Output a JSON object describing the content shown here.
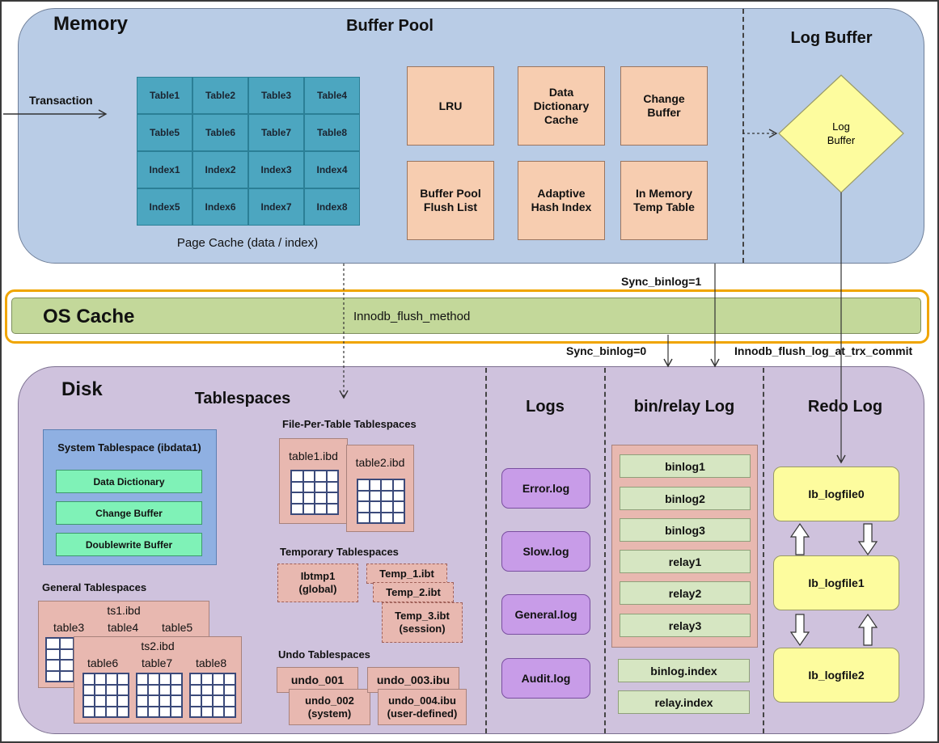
{
  "memory": {
    "title": "Memory",
    "buffer_pool_title": "Buffer Pool",
    "log_buffer_title": "Log Buffer",
    "transaction_label": "Transaction",
    "page_cache_grid": [
      [
        "Table1",
        "Table2",
        "Table3",
        "Table4"
      ],
      [
        "Table5",
        "Table6",
        "Table7",
        "Table8"
      ],
      [
        "Index1",
        "Index2",
        "Index3",
        "Index4"
      ],
      [
        "Index5",
        "Index6",
        "Index7",
        "Index8"
      ]
    ],
    "page_cache_label": "Page Cache (data / index)",
    "buffer_components": [
      "LRU",
      "Data\nDictionary\nCache",
      "Change\nBuffer",
      "Buffer Pool\nFlush List",
      "Adaptive\nHash Index",
      "In Memory\nTemp Table"
    ],
    "log_buffer_shape_label": "Log\nBuffer"
  },
  "os_cache": {
    "title": "OS Cache",
    "flush_method": "Innodb_flush_method",
    "sync_binlog_1": "Sync_binlog=1",
    "sync_binlog_0": "Sync_binlog=0",
    "flush_log_at_trx_commit": "Innodb_flush_log_at_trx_commit"
  },
  "disk": {
    "title": "Disk",
    "tablespaces_title": "Tablespaces",
    "system_tablespace": {
      "title": "System Tablespace (ibdata1)",
      "items": [
        "Data Dictionary",
        "Change Buffer",
        "Doublewrite Buffer"
      ]
    },
    "general_tablespaces": {
      "title": "General Tablespaces",
      "ts1": {
        "name": "ts1.ibd",
        "tables": [
          "table3",
          "table4",
          "table5"
        ]
      },
      "ts2": {
        "name": "ts2.ibd",
        "tables": [
          "table6",
          "table7",
          "table8"
        ]
      }
    },
    "file_per_table": {
      "title": "File-Per-Table Tablespaces",
      "files": [
        "table1.ibd",
        "table2.ibd"
      ]
    },
    "temporary": {
      "title": "Temporary Tablespaces",
      "items": [
        "Ibtmp1\n(global)",
        "Temp_1.ibt",
        "Temp_2.ibt",
        "Temp_3.ibt\n(session)"
      ]
    },
    "undo": {
      "title": "Undo Tablespaces",
      "items": [
        "undo_001",
        "undo_002\n(system)",
        "undo_003.ibu",
        "undo_004.ibu\n(user-defined)"
      ]
    },
    "logs": {
      "title": "Logs",
      "items": [
        "Error.log",
        "Slow.log",
        "General.log",
        "Audit.log"
      ]
    },
    "bin_relay": {
      "title": "bin/relay Log",
      "items": [
        "binlog1",
        "binlog2",
        "binlog3",
        "relay1",
        "relay2",
        "relay3"
      ],
      "index_files": [
        "binlog.index",
        "relay.index"
      ]
    },
    "redo": {
      "title": "Redo Log",
      "files": [
        "Ib_logfile0",
        "Ib_logfile1",
        "Ib_logfile2"
      ]
    }
  }
}
